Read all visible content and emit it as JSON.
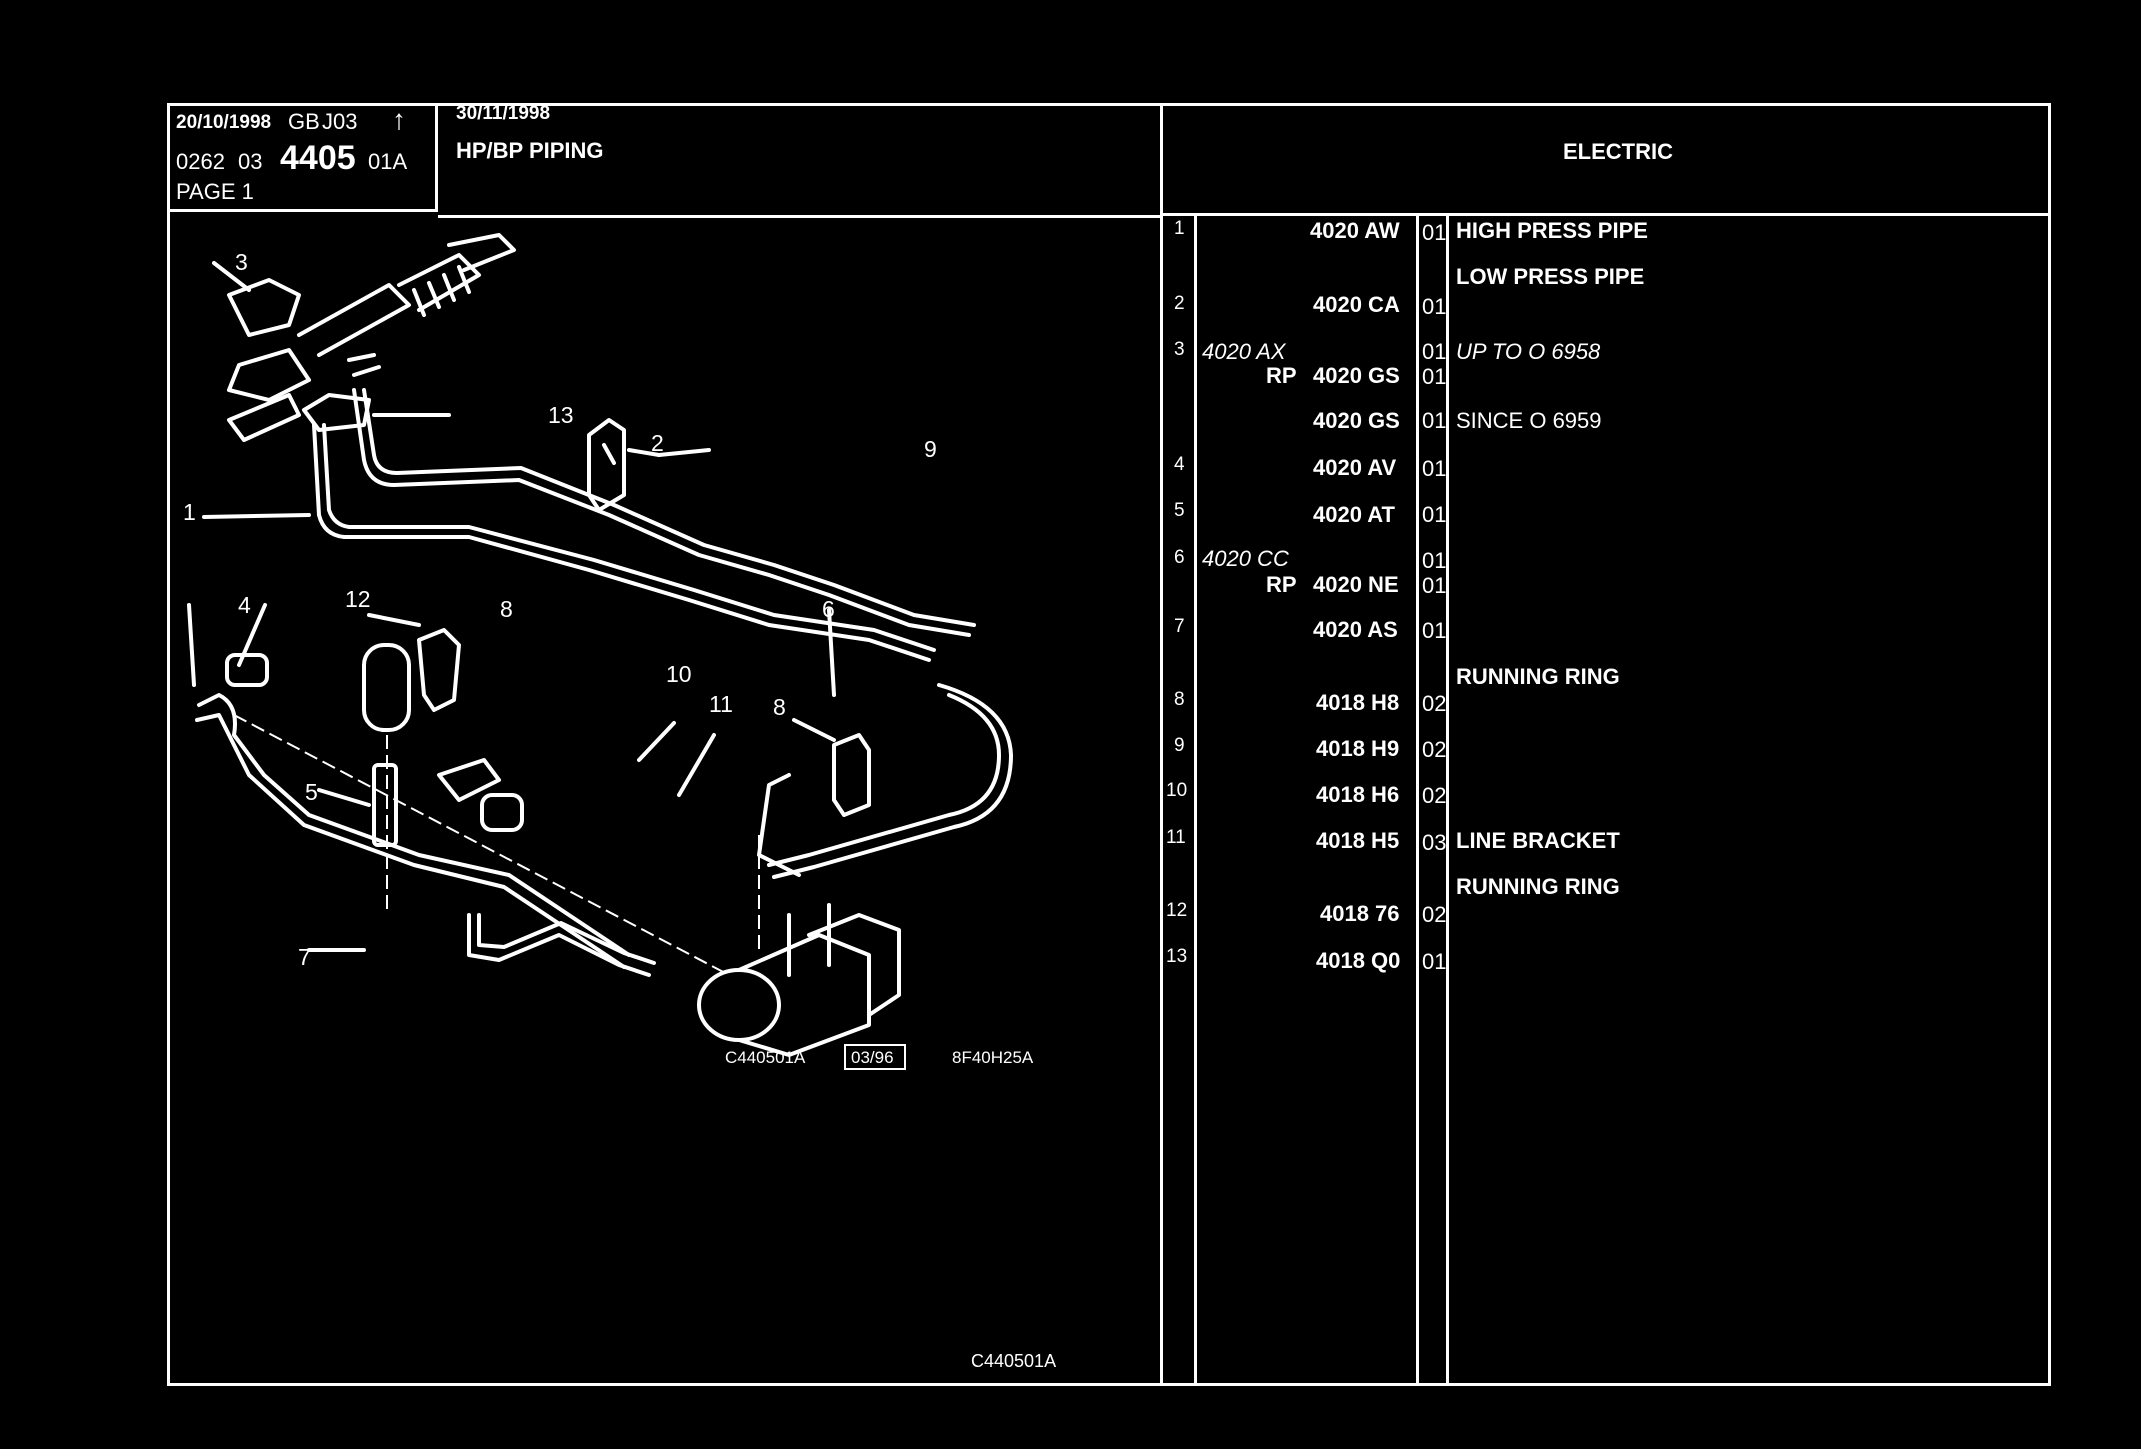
{
  "header": {
    "date1": "20/10/1998",
    "lang": "GB",
    "code": "J03",
    "arrow": "↑",
    "ref_prefix": "0262",
    "ref_mid": "03",
    "ref_main": "4405",
    "ref_suffix": "01A",
    "page": "PAGE 1",
    "date2": "30/11/1998",
    "title": "HP/BP PIPING",
    "section": "ELECTRIC"
  },
  "diagram": {
    "callouts": [
      "1",
      "2",
      "3",
      "4",
      "5",
      "6",
      "7",
      "8",
      "8",
      "9",
      "10",
      "11",
      "12",
      "13"
    ],
    "caption_left": "C440501A",
    "caption_date": "03/96",
    "caption_right": "8F40H25A",
    "footer_code": "C440501A"
  },
  "parts": [
    {
      "no": "1",
      "alt": "",
      "ref": "4020 AW",
      "qty": "01",
      "desc": "HIGH PRESS PIPE"
    },
    {
      "no": "",
      "alt": "",
      "ref": "",
      "qty": "",
      "desc": "LOW PRESS PIPE"
    },
    {
      "no": "2",
      "alt": "",
      "ref": "4020 CA",
      "qty": "01",
      "desc": ""
    },
    {
      "no": "3",
      "alt": "4020 AX",
      "ref": "",
      "qty": "01",
      "desc": "UP  TO  O  6958"
    },
    {
      "no": "",
      "alt": "RP",
      "ref": "4020 GS",
      "qty": "01",
      "desc": ""
    },
    {
      "no": "",
      "alt": "",
      "ref": "4020 GS",
      "qty": "01",
      "desc": "SINCE  O  6959"
    },
    {
      "no": "4",
      "alt": "",
      "ref": "4020 AV",
      "qty": "01",
      "desc": ""
    },
    {
      "no": "5",
      "alt": "",
      "ref": "4020 AT",
      "qty": "01",
      "desc": ""
    },
    {
      "no": "6",
      "alt": "4020 CC",
      "ref": "",
      "qty": "01",
      "desc": ""
    },
    {
      "no": "",
      "alt": "RP",
      "ref": "4020 NE",
      "qty": "01",
      "desc": ""
    },
    {
      "no": "7",
      "alt": "",
      "ref": "4020 AS",
      "qty": "01",
      "desc": ""
    },
    {
      "no": "",
      "alt": "",
      "ref": "",
      "qty": "",
      "desc": "RUNNING RING"
    },
    {
      "no": "8",
      "alt": "",
      "ref": "4018 H8",
      "qty": "02",
      "desc": ""
    },
    {
      "no": "9",
      "alt": "",
      "ref": "4018 H9",
      "qty": "02",
      "desc": ""
    },
    {
      "no": "10",
      "alt": "",
      "ref": "4018 H6",
      "qty": "02",
      "desc": ""
    },
    {
      "no": "11",
      "alt": "",
      "ref": "4018 H5",
      "qty": "03",
      "desc": "LINE BRACKET"
    },
    {
      "no": "",
      "alt": "",
      "ref": "",
      "qty": "",
      "desc": "RUNNING RING"
    },
    {
      "no": "12",
      "alt": "",
      "ref": "4018 76",
      "qty": "02",
      "desc": ""
    },
    {
      "no": "13",
      "alt": "",
      "ref": "4018 Q0",
      "qty": "01",
      "desc": ""
    }
  ]
}
